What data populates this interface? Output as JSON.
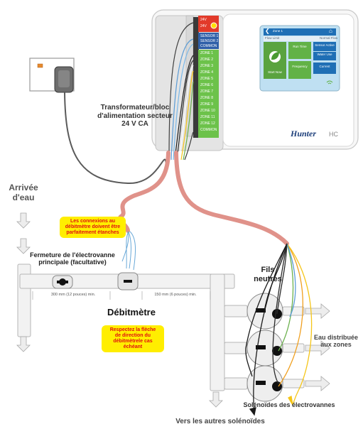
{
  "labels": {
    "transformer": [
      "Transformateur/bloc",
      "d'alimentation secteur",
      "24 V CA"
    ],
    "water_inlet": [
      "Arrivée",
      "d'eau"
    ],
    "main_valve": [
      "Fermeture de l'électrovanne",
      "principale (facultative)"
    ],
    "flow_meter": "Débitmètre",
    "neutral_wires": [
      "Fils",
      "neutres"
    ],
    "water_zones": [
      "Eau distribuée",
      "aux zones"
    ],
    "solenoids": "Solénoïdes des électrovannes",
    "other_solenoids": "Vers les autres solénoïdes",
    "dim_left": "300 mm (12 pouces) min.",
    "dim_right": "150 mm (6 pouces) min."
  },
  "notes": {
    "watertight": [
      "Les connexions au",
      "débitmètre doivent être",
      "parfaitement étanches"
    ],
    "arrow_direction": [
      "Respectez la flèche",
      "de direction du",
      "débitmètrele cas échéant"
    ]
  },
  "controller": {
    "brand": "Hunter",
    "model": "HC",
    "power_terminals": [
      "24V",
      "24V"
    ],
    "sensor_terminals": [
      "SENSOR 1",
      "SENSOR 2",
      "COMMON"
    ],
    "zone_terminals": [
      "ZONE 1",
      "ZONE 2",
      "ZONE 3",
      "ZONE 4",
      "ZONE 5",
      "ZONE 6",
      "ZONE 7",
      "ZONE 8",
      "ZONE 9",
      "ZONE 10",
      "ZONE 11",
      "ZONE 12",
      "COMMON"
    ],
    "screen": {
      "title": "Zone 1",
      "header_left": "Flow Limit",
      "header_right": "Normal Flow",
      "tiles": [
        "Run Time",
        "Sensor Active",
        "Water Use",
        "Frequency",
        "Current"
      ],
      "left_button": "Start Now"
    }
  },
  "colors": {
    "terminal_green": "#6cc24a",
    "terminal_blue": "#2f5fa8",
    "terminal_red": "#e23a2a",
    "screen_blue": "#1f6fb5",
    "conduit": "#e0928a",
    "note_yellow": "#ffee00",
    "note_text": "#e01010",
    "pipe": "#f2f2f2"
  }
}
